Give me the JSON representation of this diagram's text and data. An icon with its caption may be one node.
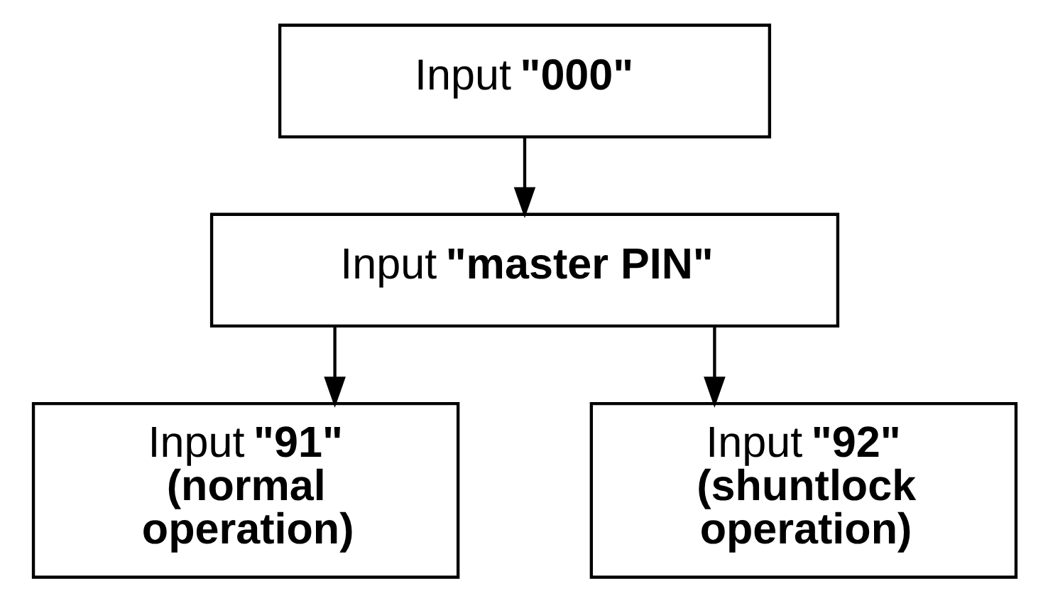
{
  "diagram": {
    "nodes": [
      {
        "text": [
          "Input **\"000\"**"
        ]
      },
      {
        "text": [
          "Input **\"master PIN\"**"
        ]
      },
      {
        "text": [
          "Input **\"91\" (normal operation)**"
        ]
      },
      {
        "text": [
          "Input **\"92\" (shuntlock operation)**"
        ]
      }
    ],
    "edges": [
      {
        "from": 0,
        "to": 1,
        "arrow": "to"
      },
      {
        "from": 1,
        "to": 2,
        "arrow": "to"
      },
      {
        "from": 1,
        "to": 3,
        "arrow": "to"
      }
    ]
  }
}
